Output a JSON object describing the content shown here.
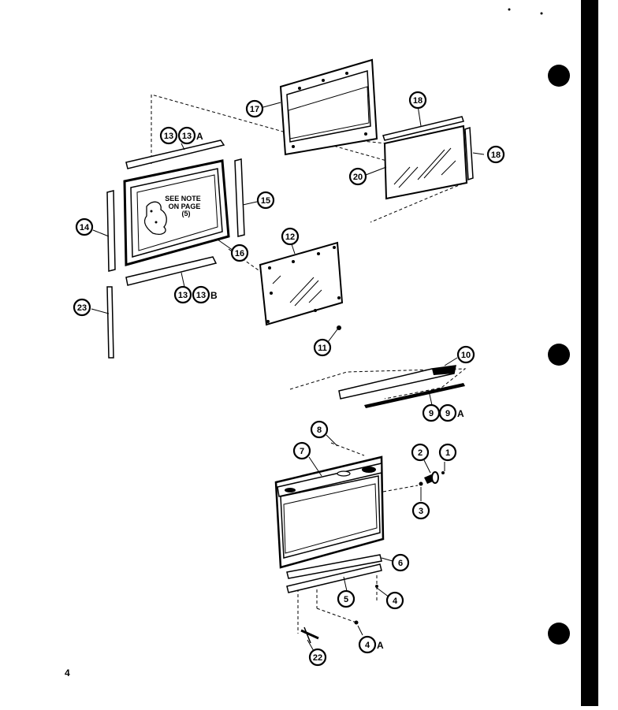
{
  "diagram": {
    "note_lines": [
      "SEE NOTE",
      "ON PAGE",
      "(5)"
    ],
    "page_number": "4",
    "callouts": {
      "c1": "1",
      "c2": "2",
      "c3": "3",
      "c4": "4",
      "c4a": "4",
      "c5": "5",
      "c6": "6",
      "c7": "7",
      "c8": "8",
      "c9": "9",
      "c9a": "9",
      "c10": "10",
      "c11": "11",
      "c12": "12",
      "c13": "13",
      "c13a": "13",
      "c13b": "13",
      "c13c": "13",
      "c14": "14",
      "c15": "15",
      "c16": "16",
      "c17": "17",
      "c18a": "18",
      "c18b": "18",
      "c20": "20",
      "c22": "22",
      "c23": "23"
    },
    "suffixes": {
      "a13": "A",
      "b13": "B",
      "a9": "A",
      "a4": "A"
    }
  }
}
